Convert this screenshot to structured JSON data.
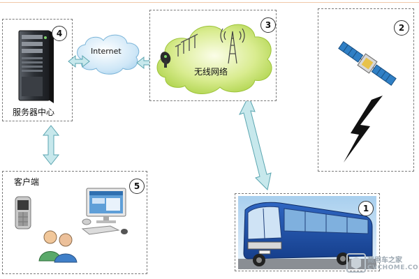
{
  "nodes": {
    "server": {
      "number": "4",
      "label": "服务器中心"
    },
    "wireless": {
      "number": "3",
      "label": "无线网络"
    },
    "satellite": {
      "number": "2"
    },
    "client": {
      "number": "5",
      "label": "客户端"
    },
    "bus": {
      "number": "1"
    }
  },
  "internet_label": "Internet",
  "watermark": {
    "top": "商用车之家",
    "bottom": "CVCHOME.COM"
  }
}
